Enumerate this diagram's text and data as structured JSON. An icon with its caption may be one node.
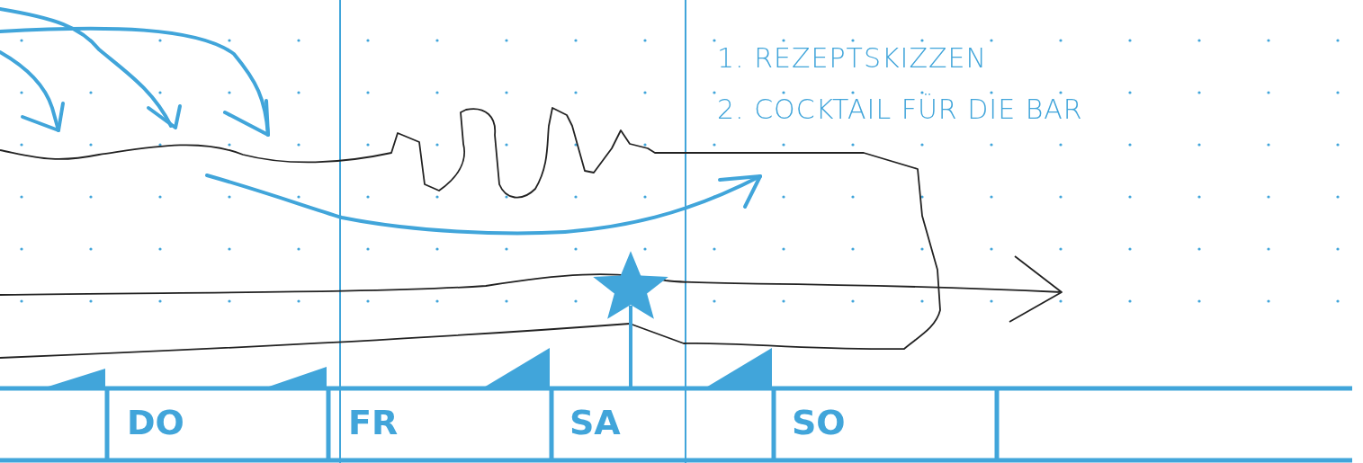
{
  "diagram": {
    "labels": [
      "1. REZEPTSKIZZEN",
      "2. COCKTAIL FÜR DIE BAR",
      "DO",
      "FR",
      "SA",
      "SO"
    ]
  }
}
